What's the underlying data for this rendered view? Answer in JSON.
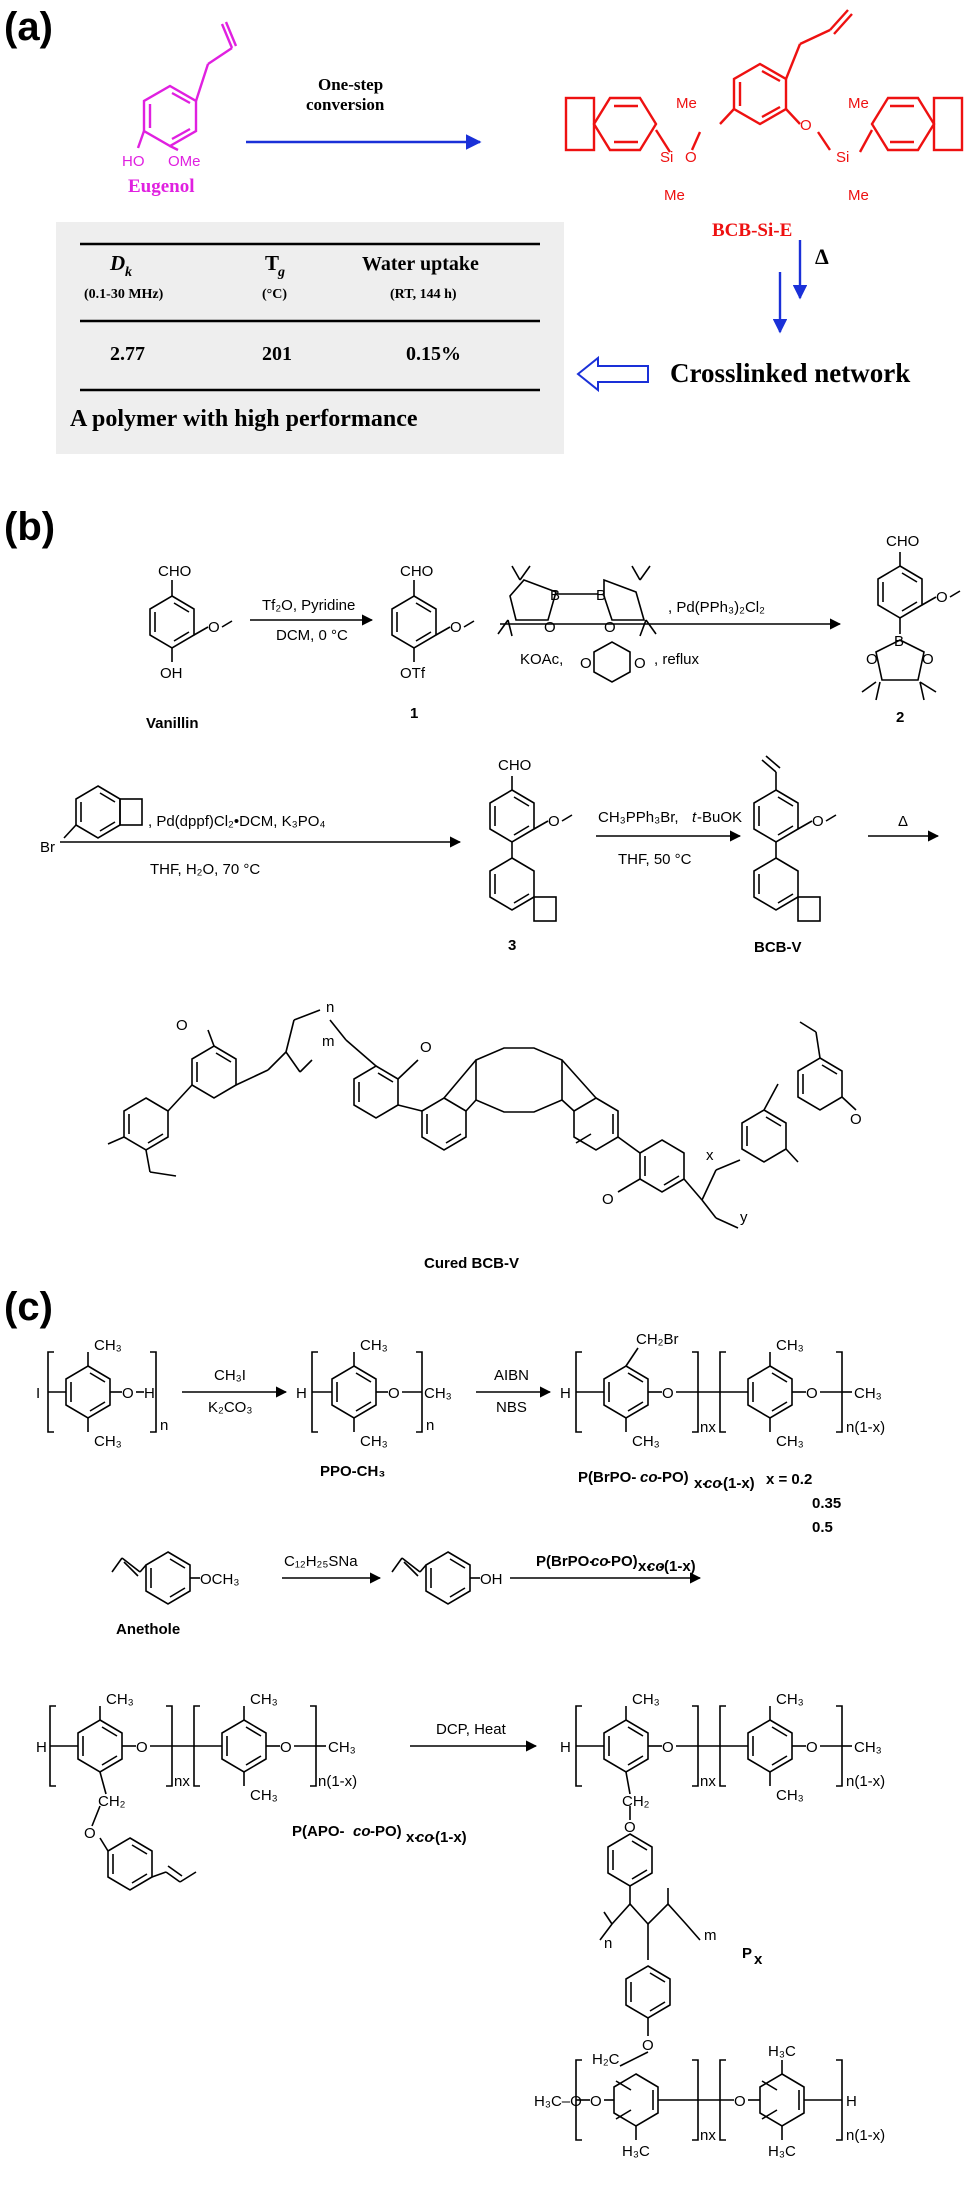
{
  "panel_a": {
    "label": "(a)",
    "reactant": {
      "name": "Eugenol",
      "ho": "HO",
      "ome": "OMe"
    },
    "arrow_label_line1": "One-step",
    "arrow_label_line2": "conversion",
    "product": {
      "name": "BCB-Si-E",
      "me": "Me",
      "si": "Si",
      "o": "O"
    },
    "heat_symbol": "Δ",
    "network": "Crosslinked network",
    "table": {
      "col1_head": "D",
      "col1_sub": "k",
      "col1_cond": "(0.1-30 MHz)",
      "col2_head": "T",
      "col2_sub": "g",
      "col2_cond": "(°C)",
      "col3_head": "Water uptake",
      "col3_cond": "(RT, 144 h)",
      "v1": "2.77",
      "v2": "201",
      "v3": "0.15%",
      "caption": "A polymer with high performance"
    },
    "colors": {
      "eugenol": "#e020e0",
      "product": "#ee1111",
      "arrow": "#1a30d8",
      "table_bg": "#eeeeee"
    }
  },
  "panel_b": {
    "label": "(b)",
    "cho": "CHO",
    "oh": "OH",
    "otf": "OTf",
    "b": "B",
    "o": "O",
    "br": "Br",
    "vanillin": "Vanillin",
    "c1": "1",
    "c2": "2",
    "c3": "3",
    "bcbv": "BCB-V",
    "cured": "Cured BCB-V",
    "step1_top": "Tf₂O, Pyridine",
    "step1_bot": "DCM, 0 °C",
    "step2_top": ", Pd(PPh₃)₂Cl₂",
    "step2_bot_a": "KOAc,",
    "step2_bot_b": ", reflux",
    "step3_top": ", Pd(dppf)Cl₂•DCM, K₃PO₄",
    "step3_bot": "THF, H₂O, 70 °C",
    "step4_top_a": "CH₃PPh₃Br, ",
    "step4_top_b": "t",
    "step4_top_c": "-BuOK",
    "step4_bot": "THF, 50 °C",
    "heat": "Δ",
    "m": "m",
    "n": "n",
    "x": "x",
    "y": "y"
  },
  "panel_c": {
    "label": "(c)",
    "ch3": "CH₃",
    "ch2br": "CH₂Br",
    "ch2": "CH₂",
    "h2c": "H₂C",
    "h3c": "H₃C",
    "h3co": "H₃C–O",
    "o": "O",
    "h": "H",
    "i": "I",
    "oh": "OH",
    "och3": "OCH₃",
    "n": "n",
    "m": "m",
    "nx": "nx",
    "n1x": "n(1-x)",
    "r1_top": "CH₃I",
    "r1_bot": "K₂CO₃",
    "r2_top": "AIBN",
    "r2_bot": "NBS",
    "ppo": "PPO-CH₃",
    "brpo_a": "P(BrPO-",
    "co": "co",
    "brpo_b": "-PO)",
    "sub_xco": "x-",
    "sub_co": "co",
    "sub_end": "-(1-x)",
    "x_eq": "x = 0.2",
    "x2": "0.35",
    "x3": "0.5",
    "anethole": "Anethole",
    "r3": "C₁₂H₂₅SNa",
    "r4_a": "P(BrPO-",
    "r4_b": "-PO)",
    "apo_a": "P(APO-",
    "apo_b": "-PO)",
    "r5": "DCP, Heat",
    "px": "P",
    "px_sub": "x"
  }
}
